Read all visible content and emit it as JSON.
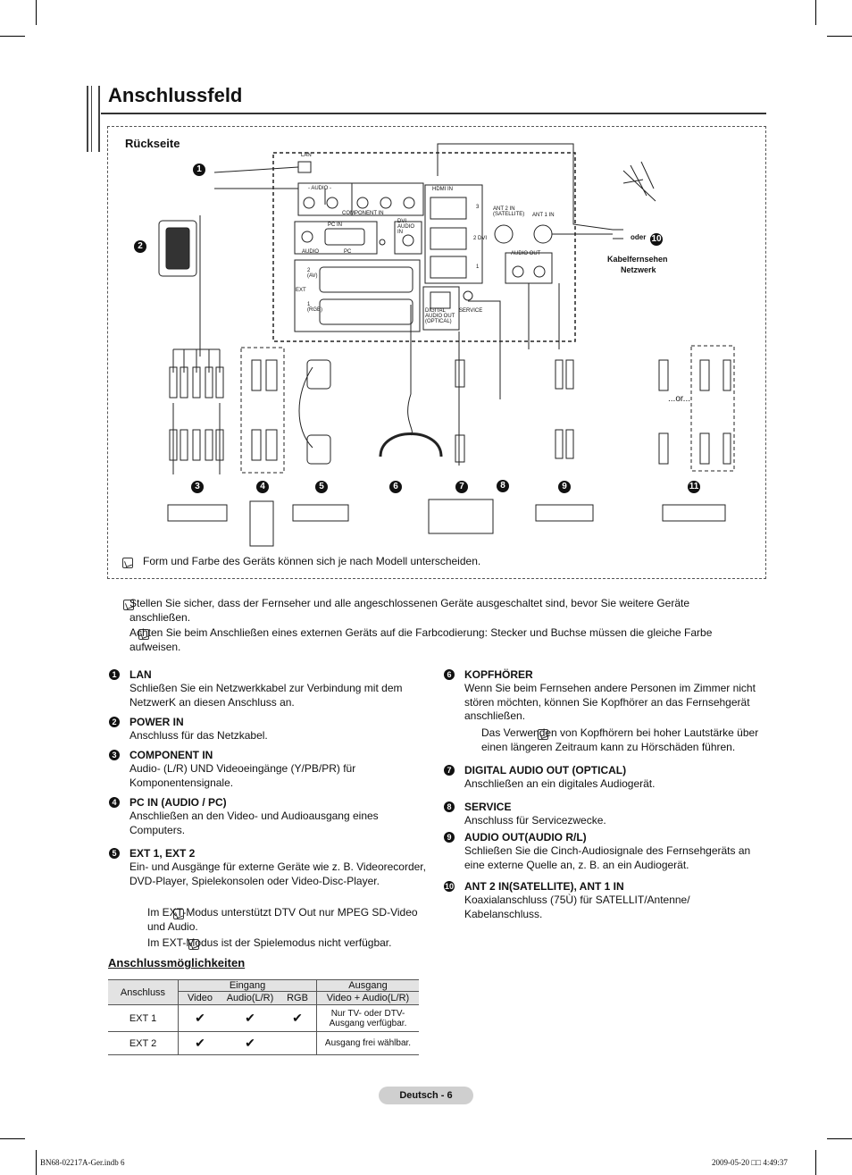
{
  "page": {
    "title": "Anschlussfeld",
    "rueckseite": "Rückseite",
    "footer": "Deutsch - 6",
    "print_file": "BN68-02217A-Ger.indb   6",
    "print_date": "2009-05-20   □□ 4:49:37"
  },
  "diagram": {
    "labels": {
      "lan": "LAN",
      "audio": "- AUDIO -",
      "component_in": "COMPONENT IN",
      "hdmi_in": "HDMI IN",
      "pc_in": "PC IN",
      "dvi_audio_in": "DVI AUDIO IN",
      "audio_small": "AUDIO",
      "pc_small": "PC",
      "ext": "EXT",
      "av": "2 (AV)",
      "rgb": "1 (RGB)",
      "ant2": "ANT 2 IN (SATELLITE)",
      "ant1": "ANT 1 IN",
      "audio_out": "AUDIO OUT",
      "digital_audio_out": "DIGITAL AUDIO OUT (OPTICAL)",
      "service": "SERVICE",
      "oder": "oder",
      "kabel": "Kabelfernsehen",
      "netzwerk": "Netzwerk",
      "or": "...or...",
      "hdmi_dvi": "2 DVI",
      "hdmi_3": "3",
      "hdmi_1": "1"
    },
    "numbers": [
      "1",
      "2",
      "3",
      "4",
      "5",
      "6",
      "7",
      "8",
      "9",
      "10",
      "11"
    ],
    "note": "Form und Farbe des Geräts können sich je nach Modell unterscheiden."
  },
  "notes": [
    "Stellen Sie sicher, dass der Fernseher und alle angeschlossenen Geräte ausgeschaltet sind, bevor Sie weitere Geräte anschließen.",
    "Achten Sie beim Anschließen eines externen Geräts auf die Farbcodierung: Stecker und Buchse müssen die gleiche Farbe aufweisen."
  ],
  "left_items": [
    {
      "num": "1",
      "head": "LAN",
      "body": "Schließen Sie ein Netzwerkkabel zur Verbindung mit dem NetzwerK an diesen Anschluss an."
    },
    {
      "num": "2",
      "head": "POWER IN",
      "body": "Anschluss für das Netzkabel."
    },
    {
      "num": "3",
      "head": "COMPONENT IN",
      "body": "Audio- (L/R) UND Videoeingänge (Y/PB/PR) für Komponentensignale."
    },
    {
      "num": "4",
      "head": "PC IN (AUDIO / PC)",
      "body": "Anschließen an den Video- und Audioausgang eines Computers."
    },
    {
      "num": "5",
      "head": "EXT 1, EXT 2",
      "body": "Ein- und Ausgänge für externe Geräte wie z. B. Videorecorder, DVD-Player, Spielekonsolen oder Video-Disc-Player."
    }
  ],
  "ext_notes": [
    "Im EXT-Modus unterstützt DTV Out nur MPEG SD-Video und Audio.",
    "Im EXT-Modus ist der Spielemodus nicht verfügbar."
  ],
  "right_items": [
    {
      "num": "6",
      "head": "KOPFHÖRER",
      "body": "Wenn Sie beim Fernsehen andere Personen im Zimmer nicht stören möchten, können Sie Kopfhörer an das Fernsehgerät anschließen."
    },
    {
      "num": "7",
      "head": "DIGITAL AUDIO OUT (OPTICAL)",
      "body": "Anschließen an ein digitales Audiogerät."
    },
    {
      "num": "8",
      "head": "SERVICE",
      "body": "Anschluss für Servicezwecke."
    },
    {
      "num": "9",
      "head": "AUDIO OUT(AUDIO R/L)",
      "body": "Schließen Sie die Cinch-Audiosignale des Fernsehgeräts an eine externe Quelle an, z. B. an ein Audiogerät."
    },
    {
      "num": "10",
      "head": "ANT 2 IN(SATELLITE), ANT 1 IN",
      "body": "Koaxialanschluss (75Ù) für SATELLIT/Antenne/ Kabelanschluss."
    }
  ],
  "kopf_note": "Das Verwenden von Kopfhörern bei hoher Lautstärke über einen längeren Zeitraum kann zu Hörschäden führen.",
  "table": {
    "title": "Anschlussmöglichkeiten",
    "h_anschluss": "Anschluss",
    "h_eingang": "Eingang",
    "h_ausgang": "Ausgang",
    "h_video": "Video",
    "h_audio": "Audio(L/R)",
    "h_rgb": "RGB",
    "h_video_audio": "Video + Audio(L/R)",
    "rows": [
      {
        "name": "EXT 1",
        "video": "✔",
        "audio": "✔",
        "rgb": "✔",
        "out": "Nur TV- oder DTV-Ausgang verfügbar."
      },
      {
        "name": "EXT 2",
        "video": "✔",
        "audio": "✔",
        "rgb": "",
        "out": "Ausgang frei wählbar."
      }
    ]
  }
}
